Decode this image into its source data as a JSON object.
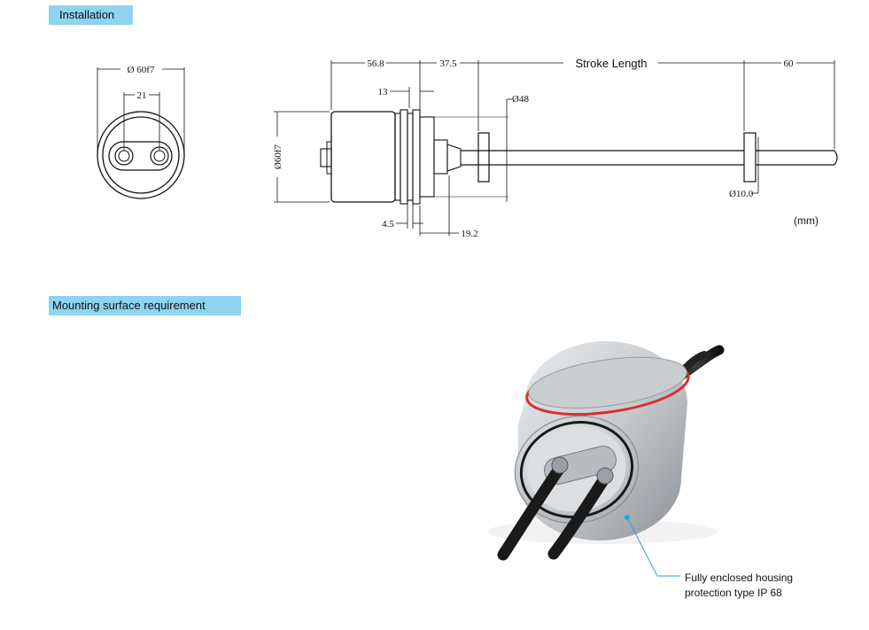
{
  "sections": {
    "installation": "Installation",
    "mounting": "Mounting  surface  requirement"
  },
  "front_view": {
    "diameter": "Ø 60f7",
    "hole_spacing": "21"
  },
  "side_view": {
    "dim_56_8": "56.8",
    "dim_37_5": "37.5",
    "stroke_length": "Stroke  Length",
    "dim_60": "60",
    "dim_13": "13",
    "dim_48": "Ø48",
    "dim_60f7": "Ø60f7",
    "dim_10": "Ø10.0",
    "dim_4_5": "4.5",
    "dim_19_2": "19.2",
    "unit": "(mm)"
  },
  "photo": {
    "callout_line1": "Fully enclosed housing",
    "callout_line2": "protection type IP 68",
    "callout_color": "#29a3e0",
    "seal_color": "#d9302c"
  }
}
